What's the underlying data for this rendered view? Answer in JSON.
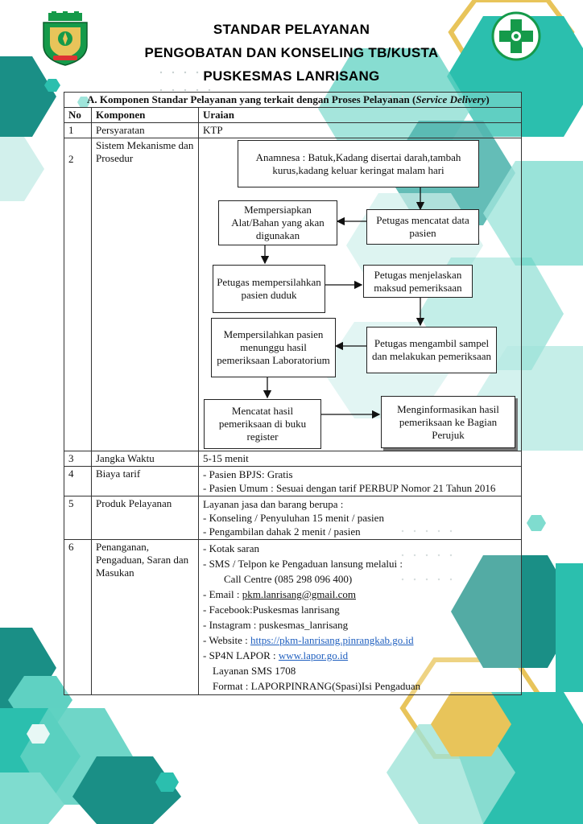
{
  "header": {
    "title_line1": "STANDAR PELAYANAN",
    "title_line2": "PENGOBATAN DAN KONSELING TB/KUSTA",
    "title_line3": "PUSKESMAS LANRISANG"
  },
  "section": {
    "label": "A.  Komponen Standar Pelayanan yang terkait dengan Proses Pelayanan (",
    "italic": "Service Delivery",
    "close": ")"
  },
  "columns": {
    "no": "No",
    "komponen": "Komponen",
    "uraian": "Uraian"
  },
  "rows": {
    "r1": {
      "no": "1",
      "komponen": "Persyaratan",
      "uraian": "KTP"
    },
    "r2": {
      "no": "2",
      "komponen": "Sistem Mekanisme dan Prosedur"
    },
    "r3": {
      "no": "3",
      "komponen": "Jangka Waktu",
      "uraian": "5-15 menit"
    },
    "r4": {
      "no": "4",
      "komponen": "Biaya tarif",
      "items": [
        "-    Pasien BPJS: Gratis",
        "-    Pasien Umum : Sesuai dengan tarif PERBUP Nomor 21 Tahun 2016"
      ]
    },
    "r5": {
      "no": "5",
      "komponen": "Produk Pelayanan",
      "intro": "Layanan jasa dan barang berupa :",
      "items": [
        "- Konseling / Penyuluhan 15 menit / pasien",
        "- Pengambilan dahak 2 menit / pasien"
      ]
    },
    "r6": {
      "no": "6",
      "komponen": "Penanganan, Pengaduan, Saran dan Masukan",
      "kotak": "-  Kotak saran",
      "sms": "-  SMS / Telpon ke Pengaduan lansung melalui :",
      "call": "Call Centre  (085 298 096 400)",
      "email_label": "-  Email : ",
      "email": "pkm.lanrisang@gmail.com",
      "facebook": "-  Facebook:Puskesmas lanrisang",
      "instagram": "-  Instagram : puskesmas_lanrisang",
      "website_label": "-  Website : ",
      "website": "https://pkm-lanrisang.pinrangkab.go.id",
      "lapor_label": "-  SP4N LAPOR : ",
      "lapor": "www.lapor.go.id",
      "sms_lapor": "Layanan SMS 1708",
      "format": "Format : LAPORPINRANG(Spasi)Isi Pengaduan"
    }
  },
  "flow": {
    "anamnesa": "Anamnesa : Batuk,Kadang disertai darah,tambah kurus,kadang keluar keringat malam hari",
    "mencatat_data": "Petugas mencatat data pasien",
    "mempersiapkan": "Mempersiapkan Alat/Bahan yang akan digunakan",
    "mempersilahkan_duduk": "Petugas mempersilahkan pasien duduk",
    "menjelaskan": "Petugas menjelaskan maksud pemeriksaan",
    "mengambil": "Petugas mengambil sampel dan melakukan pemeriksaan",
    "menunggu": "Mempersilahkan pasien menunggu hasil pemeriksaan Laboratorium",
    "mencatat_hasil": "Mencatat hasil pemeriksaan di buku register",
    "menginformasikan": "Menginformasikan hasil pemeriksaan ke Bagian Perujuk"
  },
  "colors": {
    "teal": "#2bbfae",
    "teal_dark": "#1a8f86",
    "light_teal": "#bfe9e4",
    "gold": "#e8c45a",
    "green_logo": "#159a4a"
  }
}
